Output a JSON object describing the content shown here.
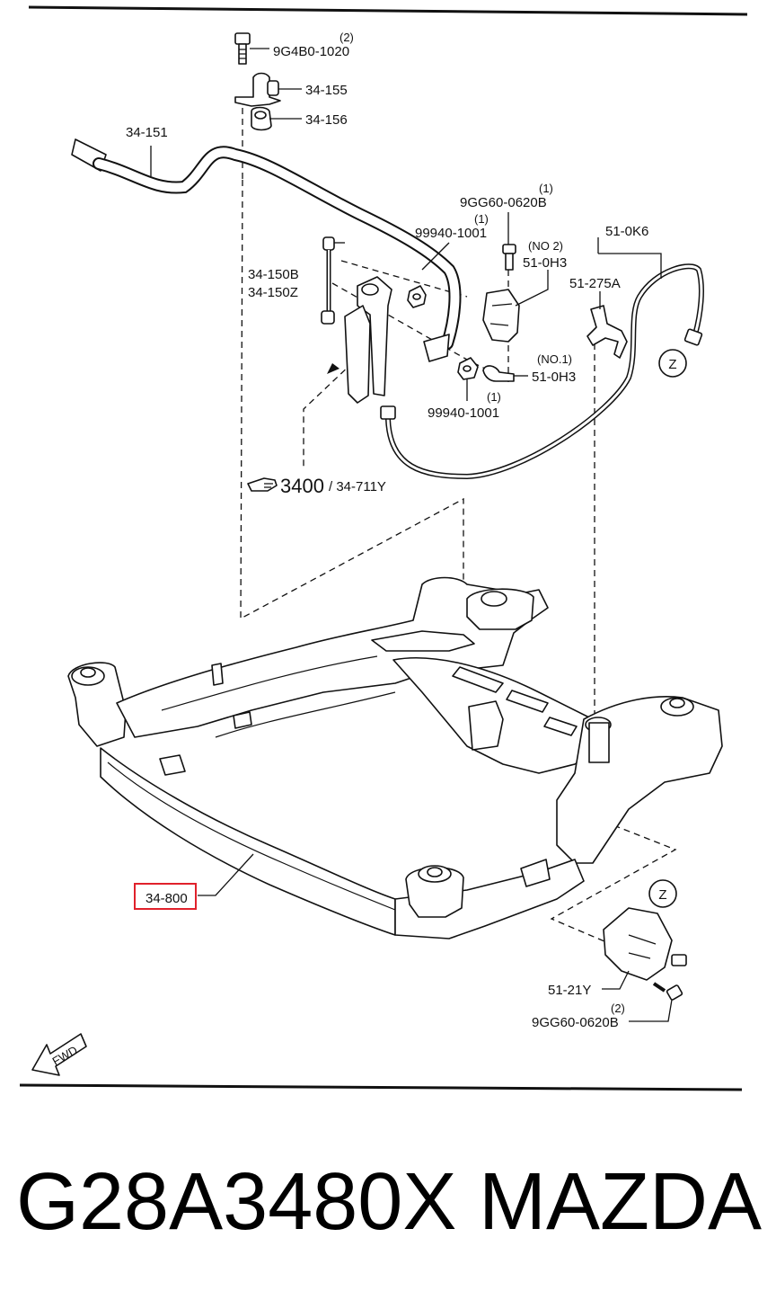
{
  "labels": {
    "qty_9g4b0": "(2)",
    "bolt_9g4b0": "9G4B0-1020",
    "p_34_155": "34-155",
    "p_34_156": "34-156",
    "p_34_151": "34-151",
    "qty_9gg60_top": "(1)",
    "bolt_9gg60_top": "9GG60-0620B",
    "qty_99940_top": "(1)",
    "nut_99940_top": "99940-1001",
    "no2": "(NO 2)",
    "p_51_0h3_a": "51-0H3",
    "p_51_0k6": "51-0K6",
    "p_51_275a": "51-275A",
    "p_34_150b": "34-150B",
    "p_34_150z": "34-150Z",
    "no1": "(NO.1)",
    "p_51_0h3_b": "51-0H3",
    "qty_99940_bot": "(1)",
    "nut_99940_bot": "99940-1001",
    "ref_3400": "3400",
    "ref_34_711y": "/ 34-711Y",
    "z_top": "Z",
    "p_34_800": "34-800",
    "z_bottom": "Z",
    "p_51_21y": "51-21Y",
    "qty_9gg60_bot": "(2)",
    "bolt_9gg60_bot": "9GG60-0620B",
    "fwd": "FWD"
  },
  "highlight_color": "#e0212b",
  "caption": {
    "part_number": "G28A3480X",
    "brand": "MAZDA"
  }
}
